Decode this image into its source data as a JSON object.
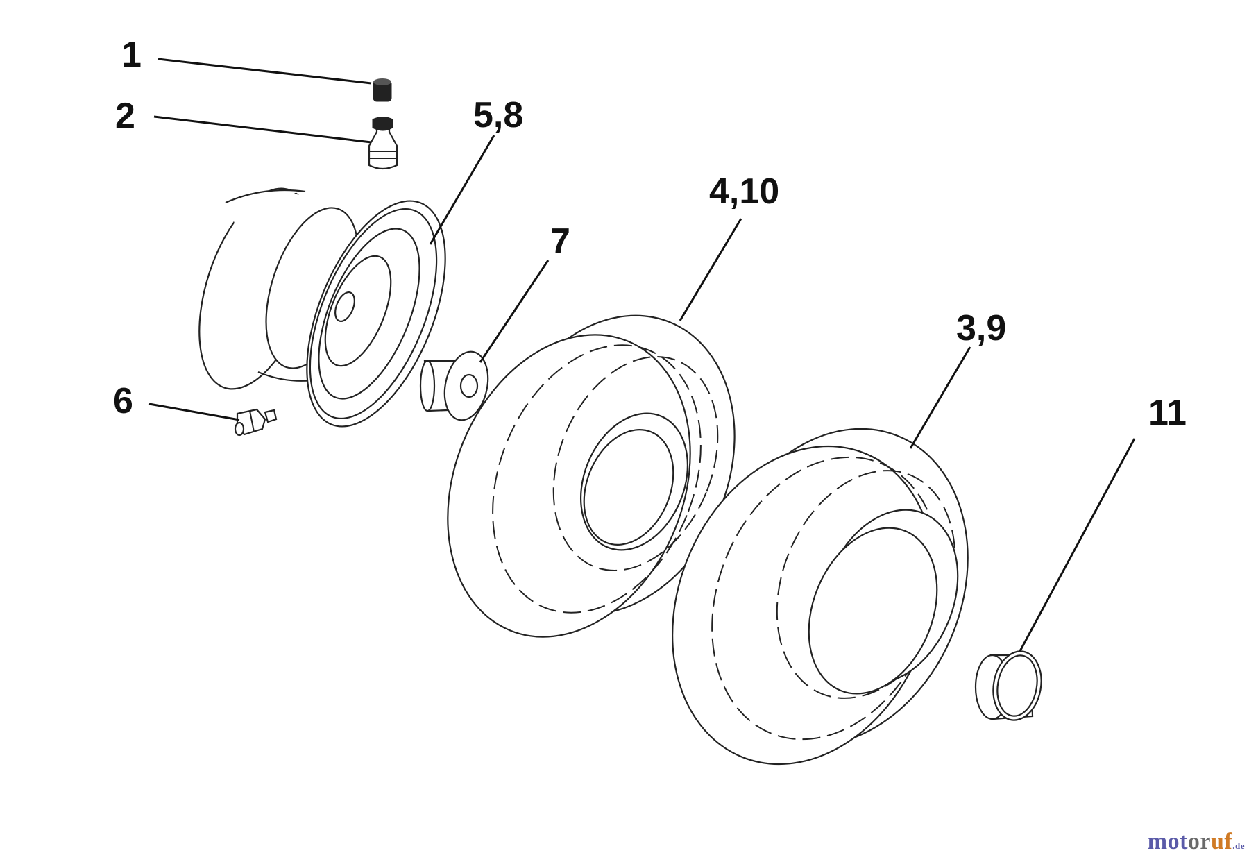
{
  "callouts": [
    {
      "id": "c1",
      "label": "1"
    },
    {
      "id": "c2",
      "label": "2"
    },
    {
      "id": "c58",
      "label": "5,8"
    },
    {
      "id": "c410",
      "label": "4,10"
    },
    {
      "id": "c7",
      "label": "7"
    },
    {
      "id": "c39",
      "label": "3,9"
    },
    {
      "id": "c6",
      "label": "6"
    },
    {
      "id": "c11",
      "label": "11"
    }
  ],
  "watermark": {
    "brand_a": "mot",
    "brand_b": "or",
    "brand_c": "uf",
    "suffix": ".de"
  }
}
